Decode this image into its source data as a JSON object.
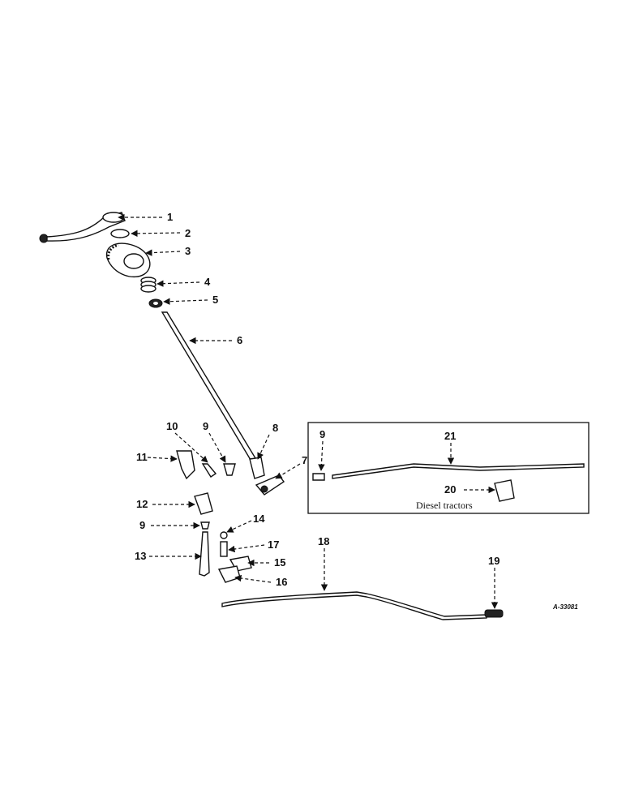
{
  "diagram": {
    "part_numbers": [
      "1",
      "2",
      "3",
      "4",
      "5",
      "6",
      "7",
      "8",
      "9",
      "10",
      "11",
      "12",
      "13",
      "14",
      "15",
      "16",
      "17",
      "18",
      "19",
      "20",
      "21"
    ],
    "inset_part_numbers": [
      "9",
      "21",
      "20"
    ],
    "inset_caption": "Diesel tractors",
    "reference_code": "A-33081"
  }
}
